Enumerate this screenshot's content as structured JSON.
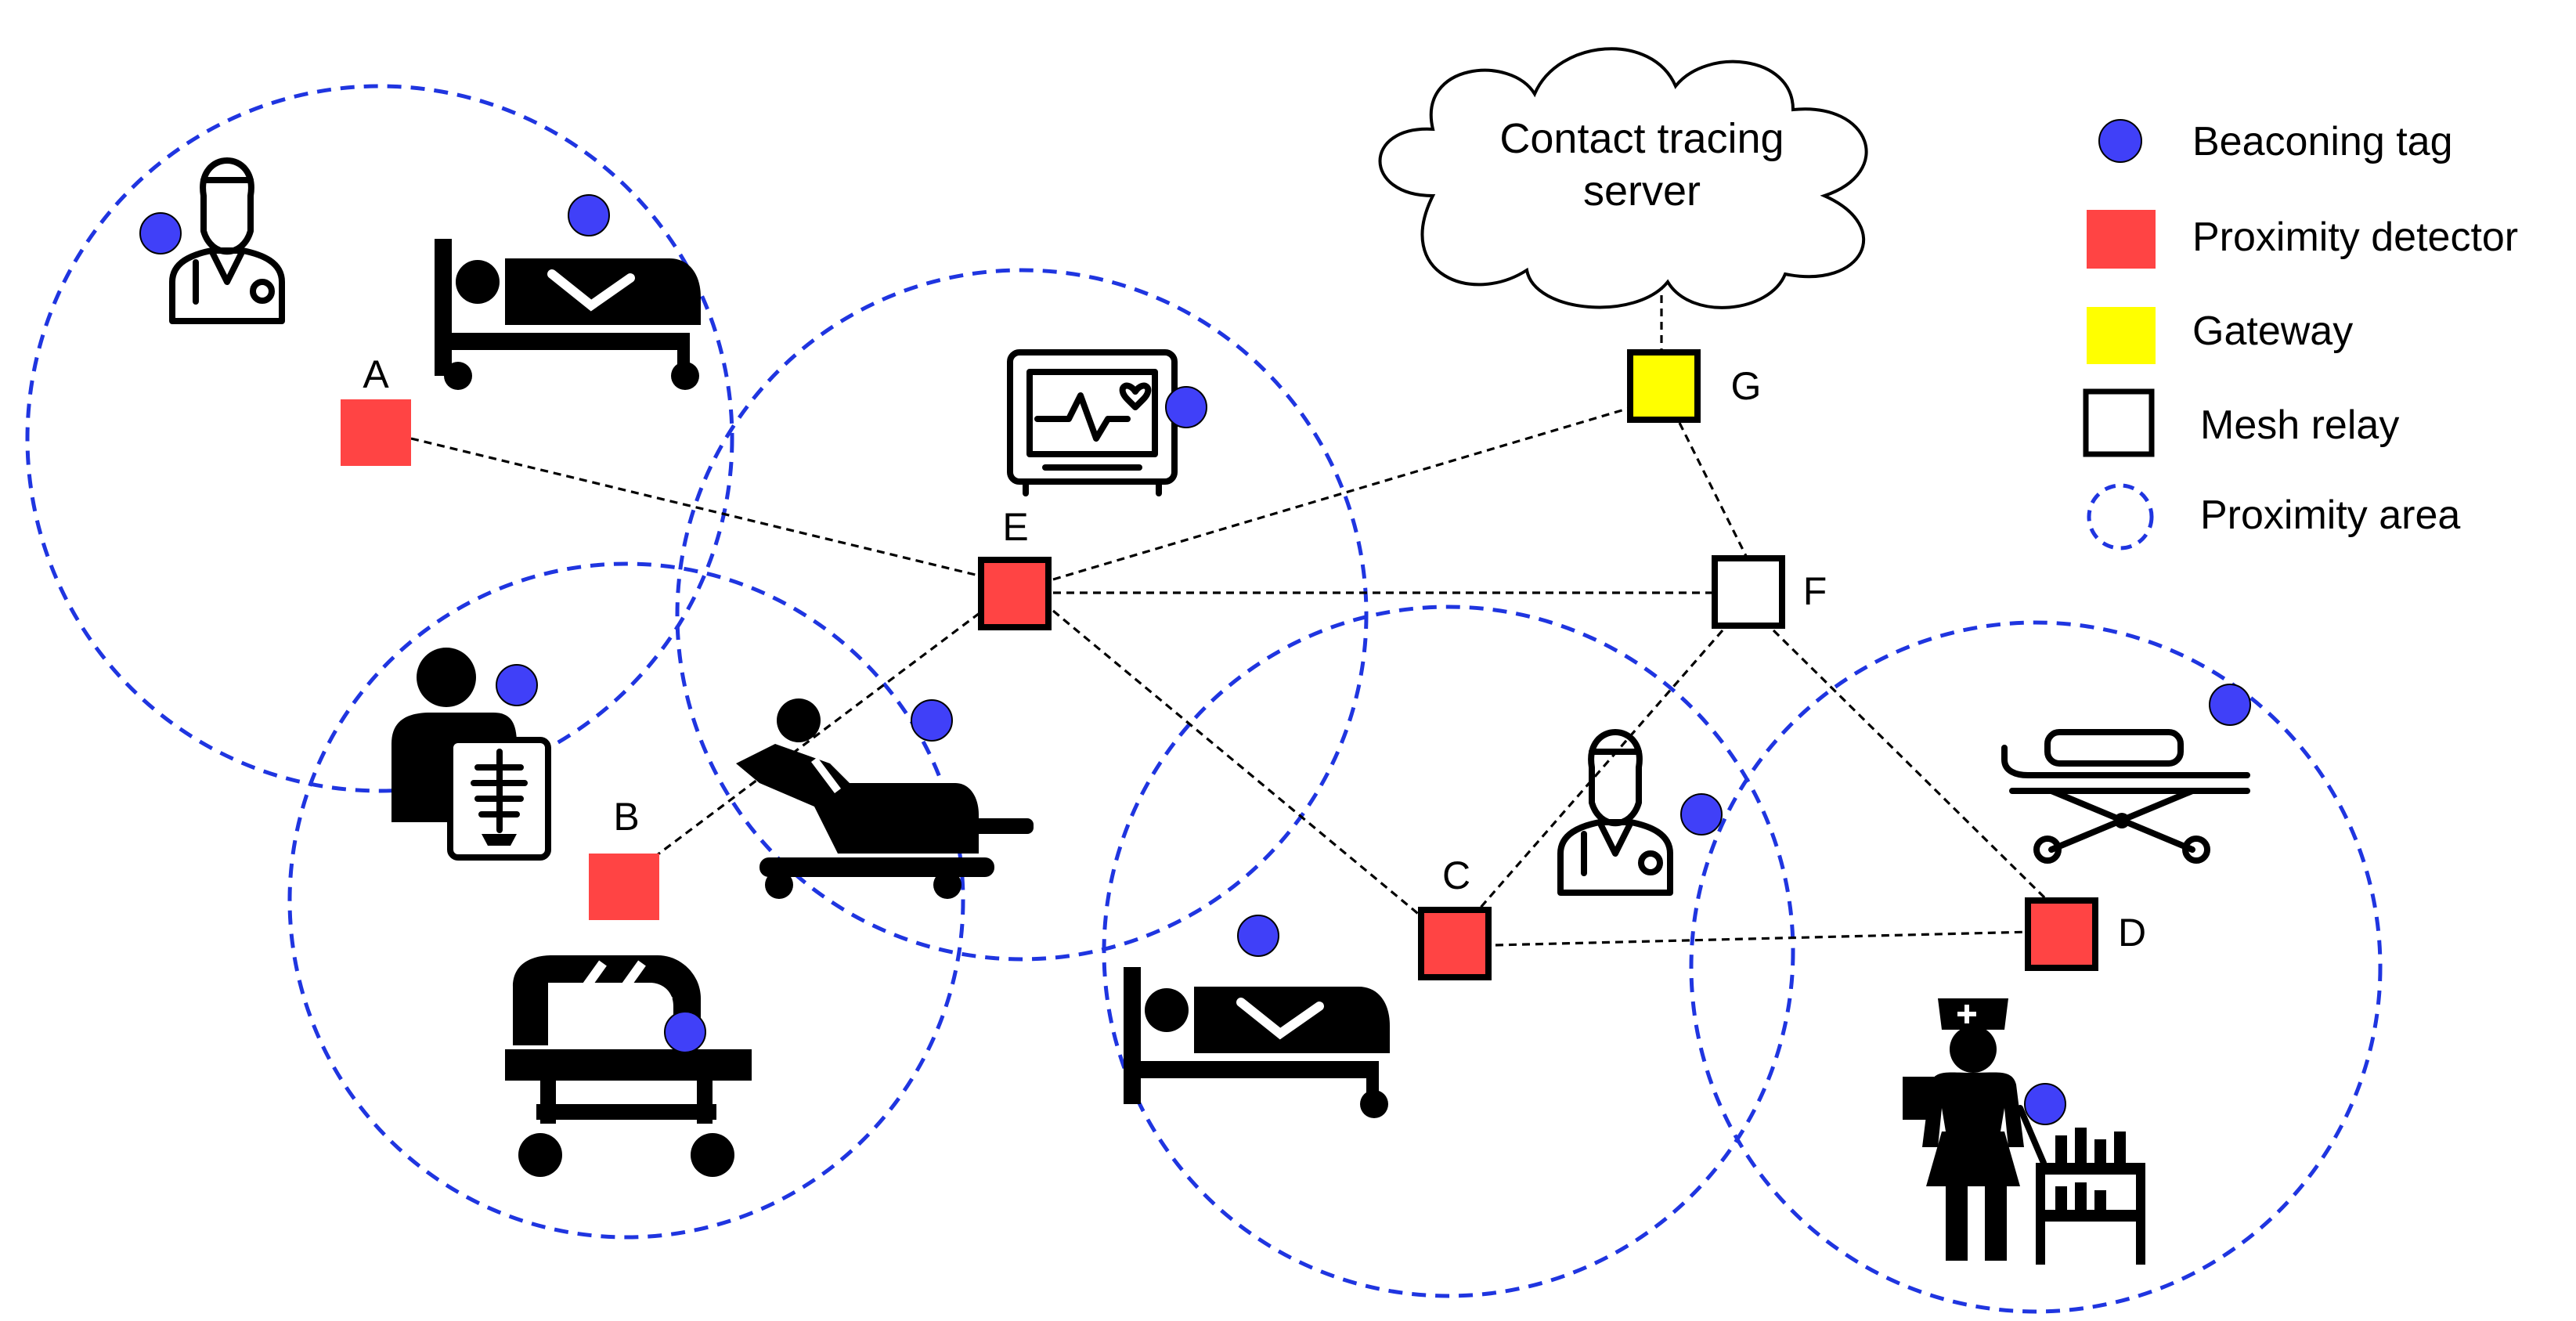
{
  "server": {
    "line1": "Contact tracing",
    "line2": "server"
  },
  "nodes": {
    "A": "A",
    "B": "B",
    "C": "C",
    "D": "D",
    "E": "E",
    "F": "F",
    "G": "G"
  },
  "legend": {
    "tag": "Beaconing tag",
    "detector": "Proximity detector",
    "gateway": "Gateway",
    "relay": "Mesh relay",
    "area": "Proximity area"
  },
  "icons": {
    "doctor": "doctor-icon",
    "patient_bed": "patient-in-bed-icon",
    "monitor": "heart-monitor-icon",
    "xray": "xray-patient-icon",
    "dental_chair": "medical-chair-icon",
    "scanner": "scanner-bed-icon",
    "stretcher": "stretcher-icon",
    "nurse": "nurse-with-cart-icon"
  },
  "colors": {
    "tag": "#4040f8",
    "detector": "#ff4444",
    "gateway": "#ffff00",
    "relay": "#ffffff",
    "area": "#1f35e0"
  }
}
